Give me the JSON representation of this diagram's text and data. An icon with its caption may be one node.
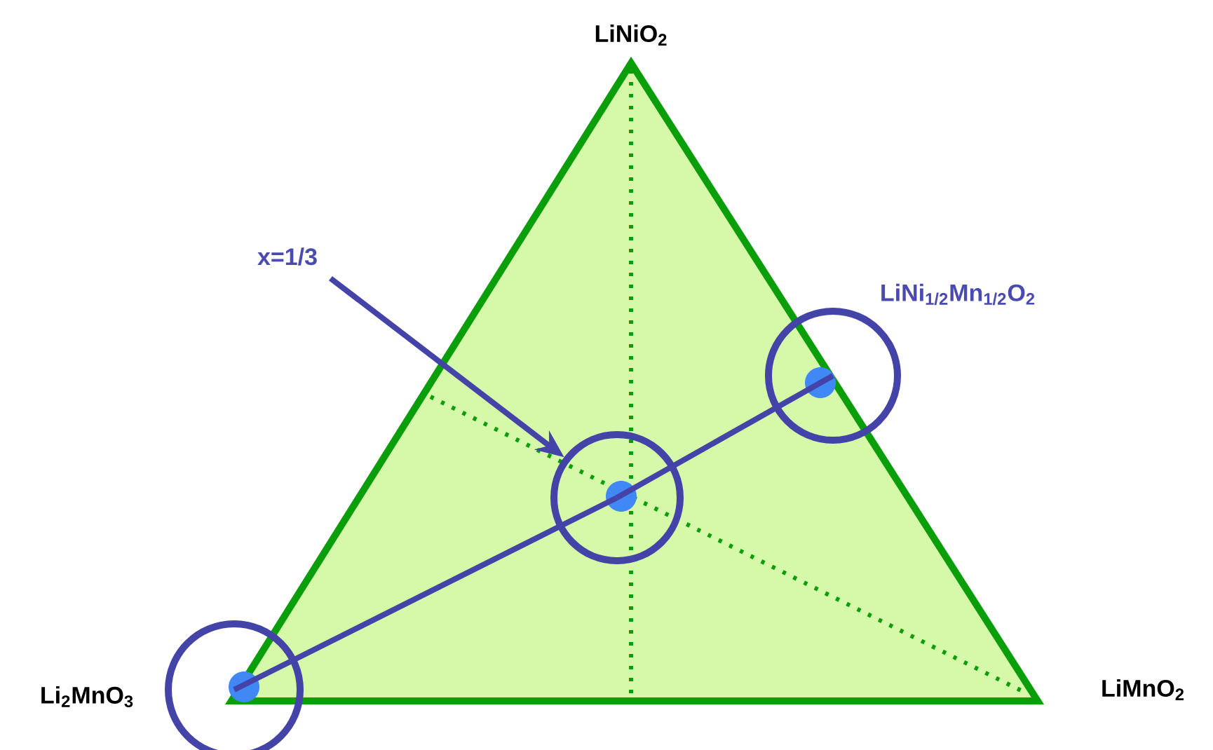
{
  "diagram": {
    "nodes": [
      {
        "text": [
          "x=1/3"
        ]
      },
      {
        "text": [],
        "shape": "circle",
        "beside": [
          "Li$_{2}$MnO$_{3}$"
        ]
      },
      {
        "text": [],
        "shape": "circle"
      },
      {
        "text": [],
        "shape": "circle",
        "beside": [
          "LiNi$_{1/2}$Mn$_{1/2}$O$_{2}$"
        ]
      }
    ],
    "edges": [
      {
        "from": 0,
        "to": 2,
        "arrow": "to"
      },
      {
        "from": 1,
        "to": 2,
        "arrow": "none"
      },
      {
        "from": 2,
        "to": 3,
        "arrow": "none"
      }
    ],
    "labels": [
      "LiNiO$_{2}$",
      "LiMnO$_{2}$"
    ]
  }
}
